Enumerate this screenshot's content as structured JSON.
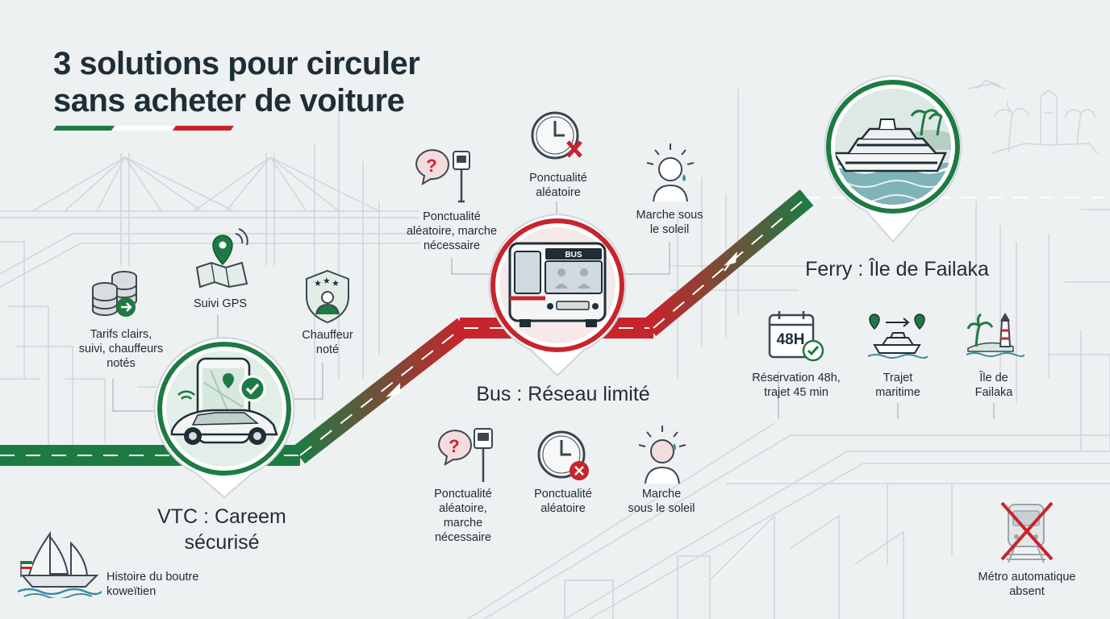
{
  "title": {
    "line1": "3 solutions pour circuler",
    "line2": "sans acheter de voiture"
  },
  "colors": {
    "green": "#1e7a43",
    "red": "#c8242c",
    "teal": "#3d8aa0",
    "text": "#1f2e36"
  },
  "vtc": {
    "heading_line1": "VTC : Careem",
    "heading_line2": "sécurisé",
    "features": {
      "tarifs": {
        "line1": "Tarifs clairs,",
        "line2": "suivi, chauffeurs",
        "line3": "notés",
        "icon": "coins-arrow-icon"
      },
      "gps": {
        "label": "Suivi GPS",
        "icon": "map-pin-icon"
      },
      "chauffeur": {
        "line1": "Chauffeur",
        "line2": "noté",
        "icon": "rated-driver-shield-icon"
      }
    }
  },
  "bus": {
    "heading": "Bus : Réseau limité",
    "badge_text": "BUS",
    "top": {
      "item1": {
        "line1": "Ponctualité",
        "line2": "aléatoire, marche",
        "line3": "nécessaire",
        "icon": "question-bus-stop-icon"
      },
      "item2": {
        "line1": "Ponctualité",
        "line2": "aléatoire",
        "icon": "clock-cross-icon"
      },
      "item3": {
        "line1": "Marche sous",
        "line2": "le soleil",
        "icon": "sun-sweat-person-icon"
      }
    },
    "bottom": {
      "item1": {
        "line1": "Ponctualité",
        "line2": "aléatoire,",
        "line3": "marche",
        "line4": "nécessaire",
        "icon": "question-bus-stop-icon"
      },
      "item2": {
        "line1": "Ponctualité",
        "line2": "aléatoire",
        "icon": "clock-cross-icon"
      },
      "item3": {
        "line1": "Marche",
        "line2": "sous le soleil",
        "icon": "sun-sweat-person-icon"
      }
    }
  },
  "ferry": {
    "heading": "Ferry : Île de Failaka",
    "features": {
      "reservation": {
        "line1": "Réservation 48h,",
        "line2": "trajet 45 min",
        "badge": "48H",
        "icon": "calendar-check-icon"
      },
      "trajet": {
        "line1": "Trajet",
        "line2": "maritime",
        "icon": "boat-route-icon"
      },
      "ile": {
        "line1": "Île de",
        "line2": "Failaka",
        "icon": "island-lighthouse-icon"
      }
    }
  },
  "boutre": {
    "line1": "Histoire du boutre",
    "line2": "koweïtien",
    "icon": "dhow-boat-icon"
  },
  "metro": {
    "line1": "Métro automatique",
    "line2": "absent",
    "icon": "crossed-metro-icon"
  }
}
